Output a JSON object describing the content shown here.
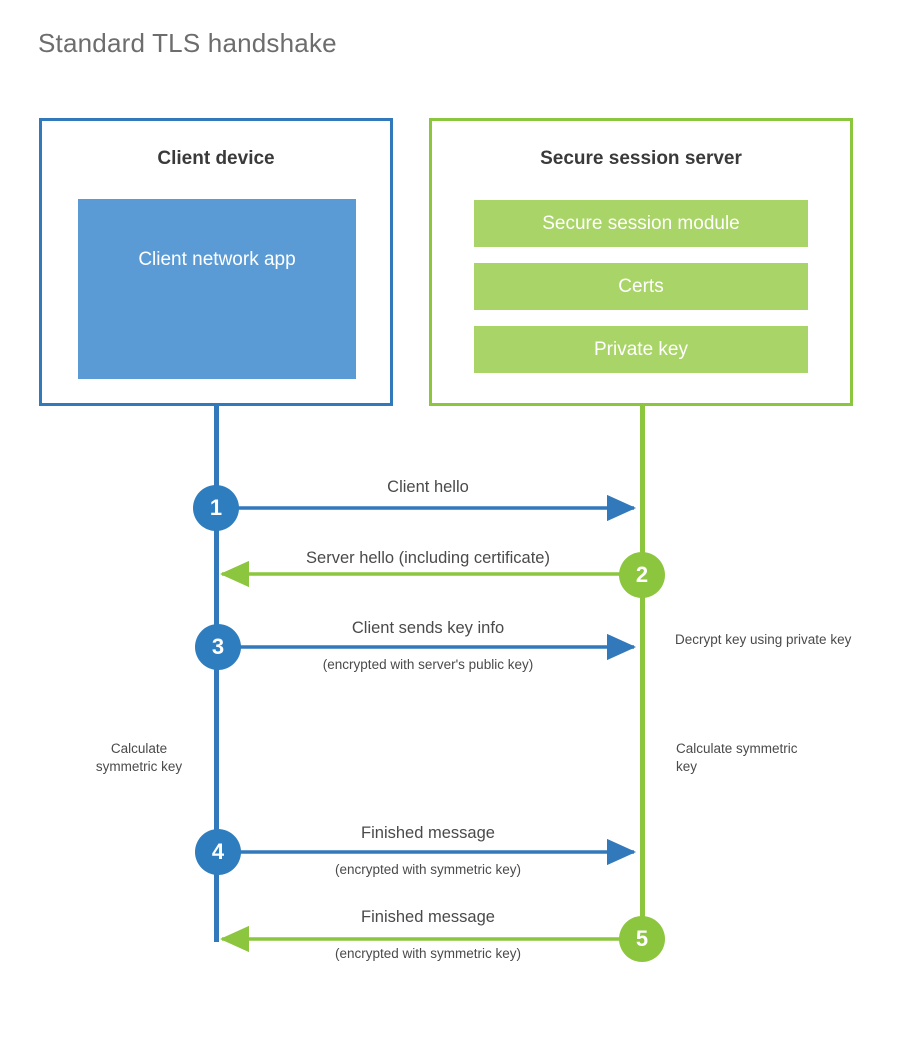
{
  "title": "Standard TLS handshake",
  "colors": {
    "client_blue": "#3279bb",
    "client_app_fill": "#5b9bd5",
    "server_green": "#8cc63f",
    "server_bar_fill": "#a9d468",
    "badge_blue": "#2e7dbf",
    "badge_green": "#8cc63f",
    "text_dark": "#3a3a3a",
    "title_gray": "#6d6d6d"
  },
  "client": {
    "title": "Client device",
    "app_label": "Client network app"
  },
  "server": {
    "title": "Secure session server",
    "bars": [
      {
        "label": "Secure session module"
      },
      {
        "label": "Certs"
      },
      {
        "label": "Private key"
      }
    ]
  },
  "steps": [
    {
      "number": "1",
      "label": "Client hello",
      "sub": "",
      "direction": "client-to-server",
      "color": "blue"
    },
    {
      "number": "2",
      "label": "Server hello (including certificate)",
      "sub": "",
      "direction": "server-to-client",
      "color": "green"
    },
    {
      "number": "3",
      "label": "Client sends key info",
      "sub": "(encrypted with server's public key)",
      "direction": "client-to-server",
      "color": "blue"
    },
    {
      "number": "4",
      "label": "Finished message",
      "sub": "(encrypted with symmetric key)",
      "direction": "client-to-server",
      "color": "blue"
    },
    {
      "number": "5",
      "label": "Finished message",
      "sub": "(encrypted with symmetric key)",
      "direction": "server-to-client",
      "color": "green"
    }
  ],
  "notes": {
    "decrypt_key": "Decrypt key using private key",
    "client_calculate": "Calculate symmetric key",
    "server_calculate": "Calculate symmetric key"
  }
}
